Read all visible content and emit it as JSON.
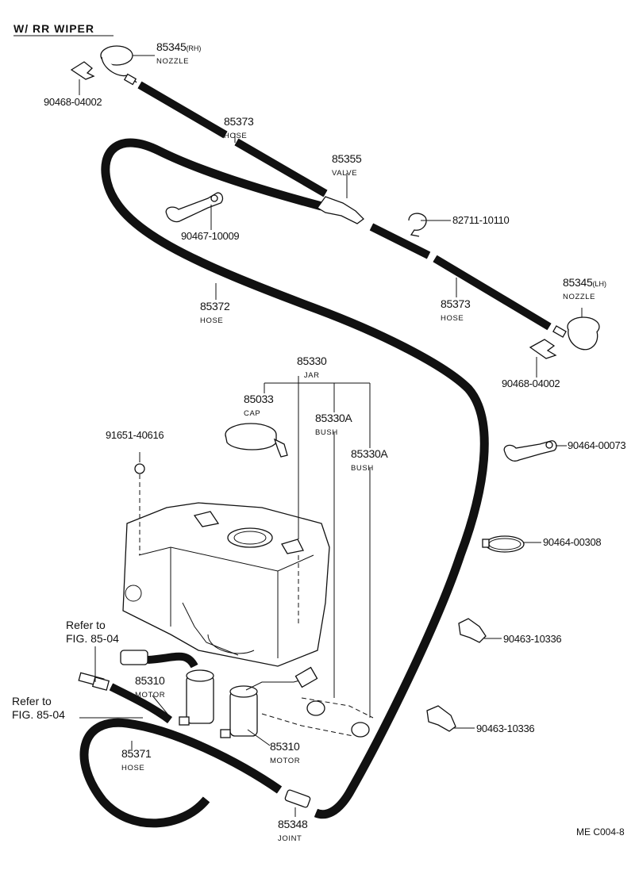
{
  "title": "W/ RR WIPER",
  "footer_code": "ME C004-8",
  "parts": {
    "nozzle_rh": {
      "number": "85345",
      "suffix": "(RH)",
      "name": "NOZZLE"
    },
    "clip_top_left": {
      "number": "90468-04002"
    },
    "hose_85373_a": {
      "number": "85373",
      "name": "HOSE"
    },
    "valve": {
      "number": "85355",
      "name": "VALVE"
    },
    "clamp_82711": {
      "number": "82711-10110"
    },
    "clamp_90467": {
      "number": "90467-10009"
    },
    "hose_85372": {
      "number": "85372",
      "name": "HOSE"
    },
    "hose_85373_b": {
      "number": "85373",
      "name": "HOSE"
    },
    "nozzle_lh": {
      "number": "85345",
      "suffix": "(LH)",
      "name": "NOZZLE"
    },
    "clip_right": {
      "number": "90468-04002"
    },
    "jar": {
      "number": "85330",
      "name": "JAR"
    },
    "cap": {
      "number": "85033",
      "name": "CAP"
    },
    "bush_a": {
      "number": "85330A",
      "name": "BUSH"
    },
    "bush_b": {
      "number": "85330A",
      "name": "BUSH"
    },
    "screw_91651": {
      "number": "91651-40616"
    },
    "clamp_90464_00073": {
      "number": "90464-00073"
    },
    "band_90464_00308": {
      "number": "90464-00308"
    },
    "clip_90463_a": {
      "number": "90463-10336"
    },
    "clip_90463_b": {
      "number": "90463-10336"
    },
    "motor_a": {
      "number": "85310",
      "name": "MOTOR"
    },
    "motor_b": {
      "number": "85310",
      "name": "MOTOR"
    },
    "hose_85371": {
      "number": "85371",
      "name": "HOSE"
    },
    "joint": {
      "number": "85348",
      "name": "JOINT"
    }
  },
  "refs": [
    {
      "line1": "Refer to",
      "line2": "FIG. 85-04"
    },
    {
      "line1": "Refer to",
      "line2": "FIG. 85-04"
    }
  ]
}
